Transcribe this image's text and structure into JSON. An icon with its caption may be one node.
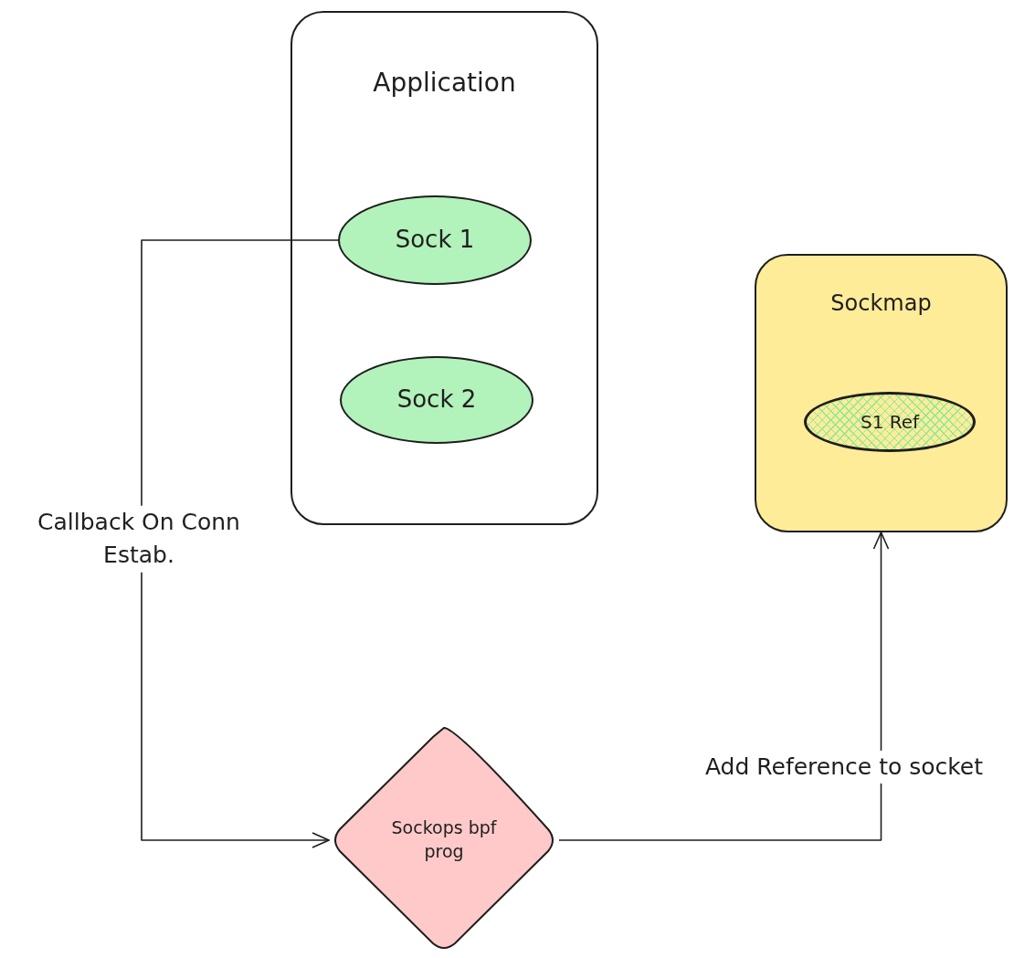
{
  "diagram": {
    "nodes": [
      {
        "text": [
          "Application"
        ]
      },
      {
        "text": [
          "Sock 1"
        ],
        "in": 0
      },
      {
        "text": [
          "Sock 2"
        ],
        "in": 0
      },
      {
        "text": [
          "Sockmap"
        ]
      },
      {
        "text": [
          "S1 Ref"
        ],
        "in": 3
      },
      {
        "text": [
          "Sockops bpf prog"
        ]
      }
    ],
    "edges": [
      {
        "from": 1,
        "to": 5,
        "arrow": "to",
        "label": "Callback On Conn Estab."
      },
      {
        "from": 5,
        "to": 3,
        "arrow": "to",
        "label": "Add Reference to socket"
      }
    ]
  }
}
